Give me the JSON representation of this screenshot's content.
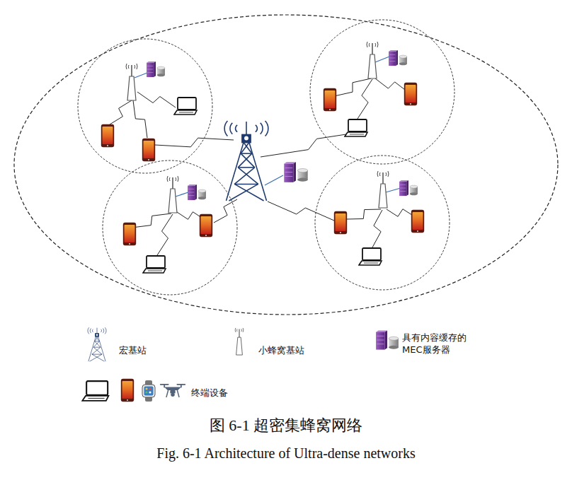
{
  "diagram": {
    "caption": "图 6-1  超密集蜂窝网络",
    "labels": [
      "Fig. 6-1 Architecture of Ultra-dense networks"
    ],
    "legend": [
      {
        "text": "宏基站"
      },
      {
        "text": "小蜂窝基站"
      },
      {
        "text": "具有内容缓存的 MEC服务器"
      },
      {
        "text": "终端设备"
      }
    ]
  }
}
